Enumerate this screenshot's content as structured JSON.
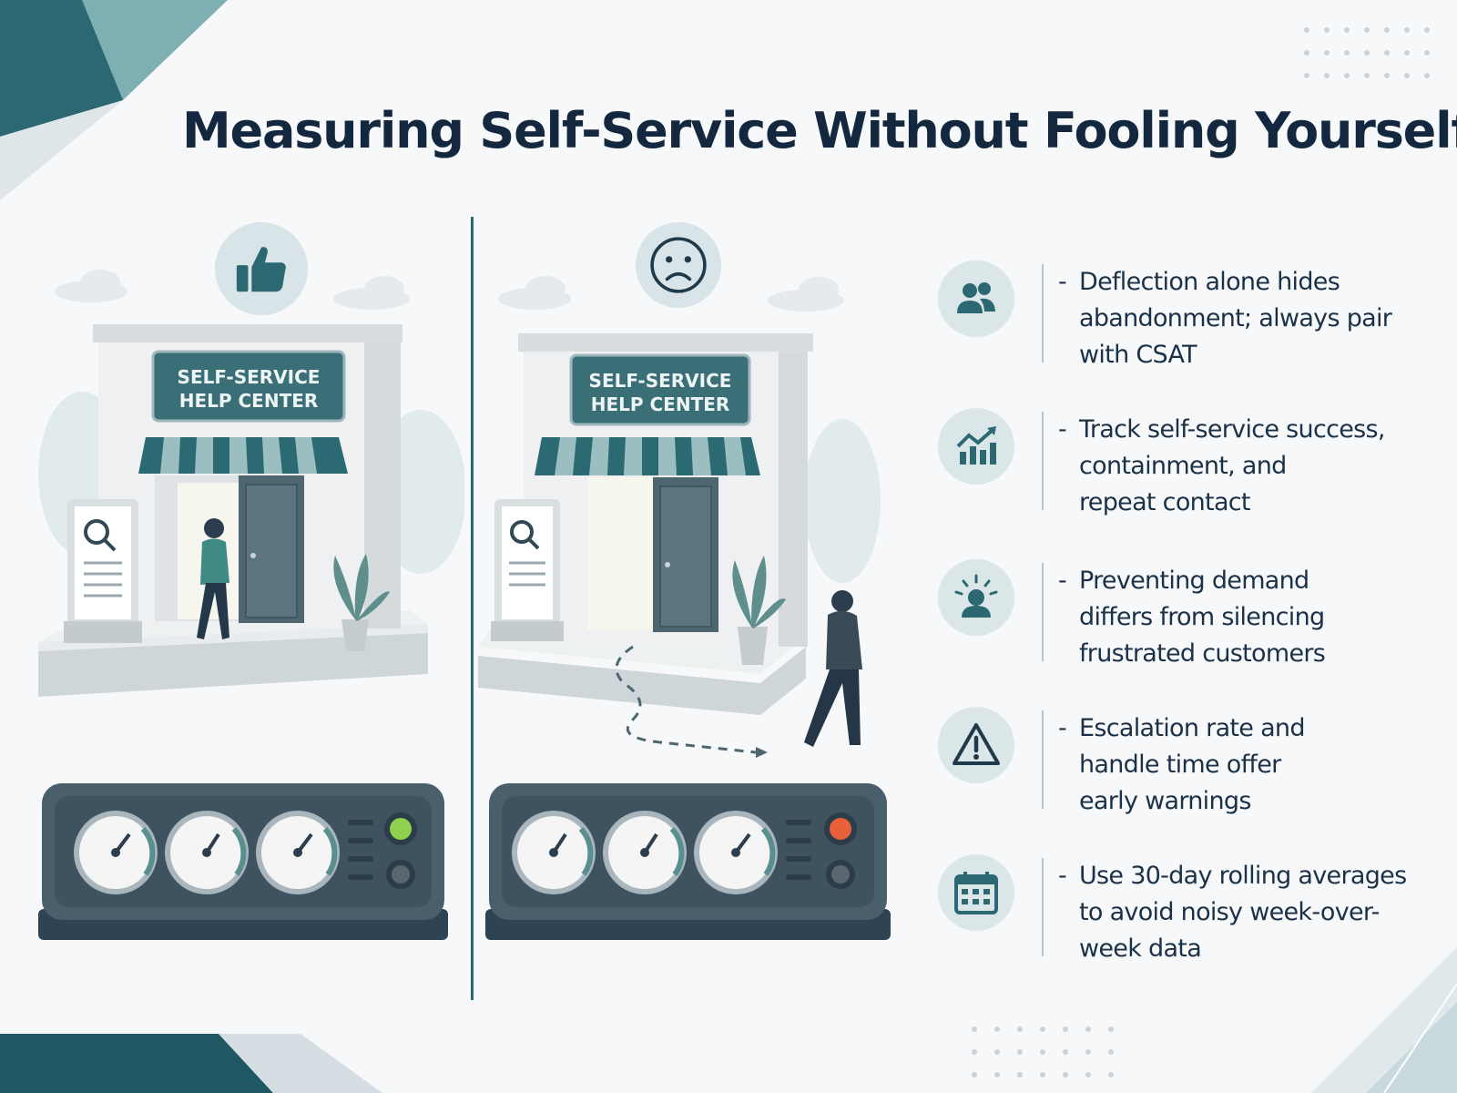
{
  "title": "Measuring Self-Service Without Fooling Yourself",
  "left_scene": {
    "sign_line1": "SELF-SERVICE",
    "sign_line2": "HELP CENTER",
    "emoji": "thumbs-up-icon",
    "indicator": "green"
  },
  "right_scene": {
    "sign_line1": "SELF-SERVICE",
    "sign_line2": "HELP CENTER",
    "emoji": "sad-face-icon",
    "indicator": "red"
  },
  "bullets": [
    {
      "icon": "users-icon",
      "dash": "-",
      "text": [
        "Deflection alone hides",
        "abandonment; always pair",
        "with CSAT"
      ]
    },
    {
      "icon": "growth-chart-icon",
      "dash": "-",
      "text": [
        "Track self-service success,",
        "containment, and",
        "repeat contact"
      ]
    },
    {
      "icon": "person-alert-icon",
      "dash": "-",
      "text": [
        "Preventing demand",
        "differs from silencing",
        "frustrated customers"
      ]
    },
    {
      "icon": "warning-icon",
      "dash": "-",
      "text": [
        "Escalation rate and",
        "handle time offer",
        "early warnings"
      ]
    },
    {
      "icon": "calendar-icon",
      "dash": "-",
      "text": [
        "Use 30-day rolling averages",
        "to avoid noisy week-over-",
        "week data"
      ]
    }
  ],
  "colors": {
    "teal": "#2f6770",
    "navy": "#13283f",
    "green_light": "#8fd14f",
    "red_light": "#e8603a"
  }
}
